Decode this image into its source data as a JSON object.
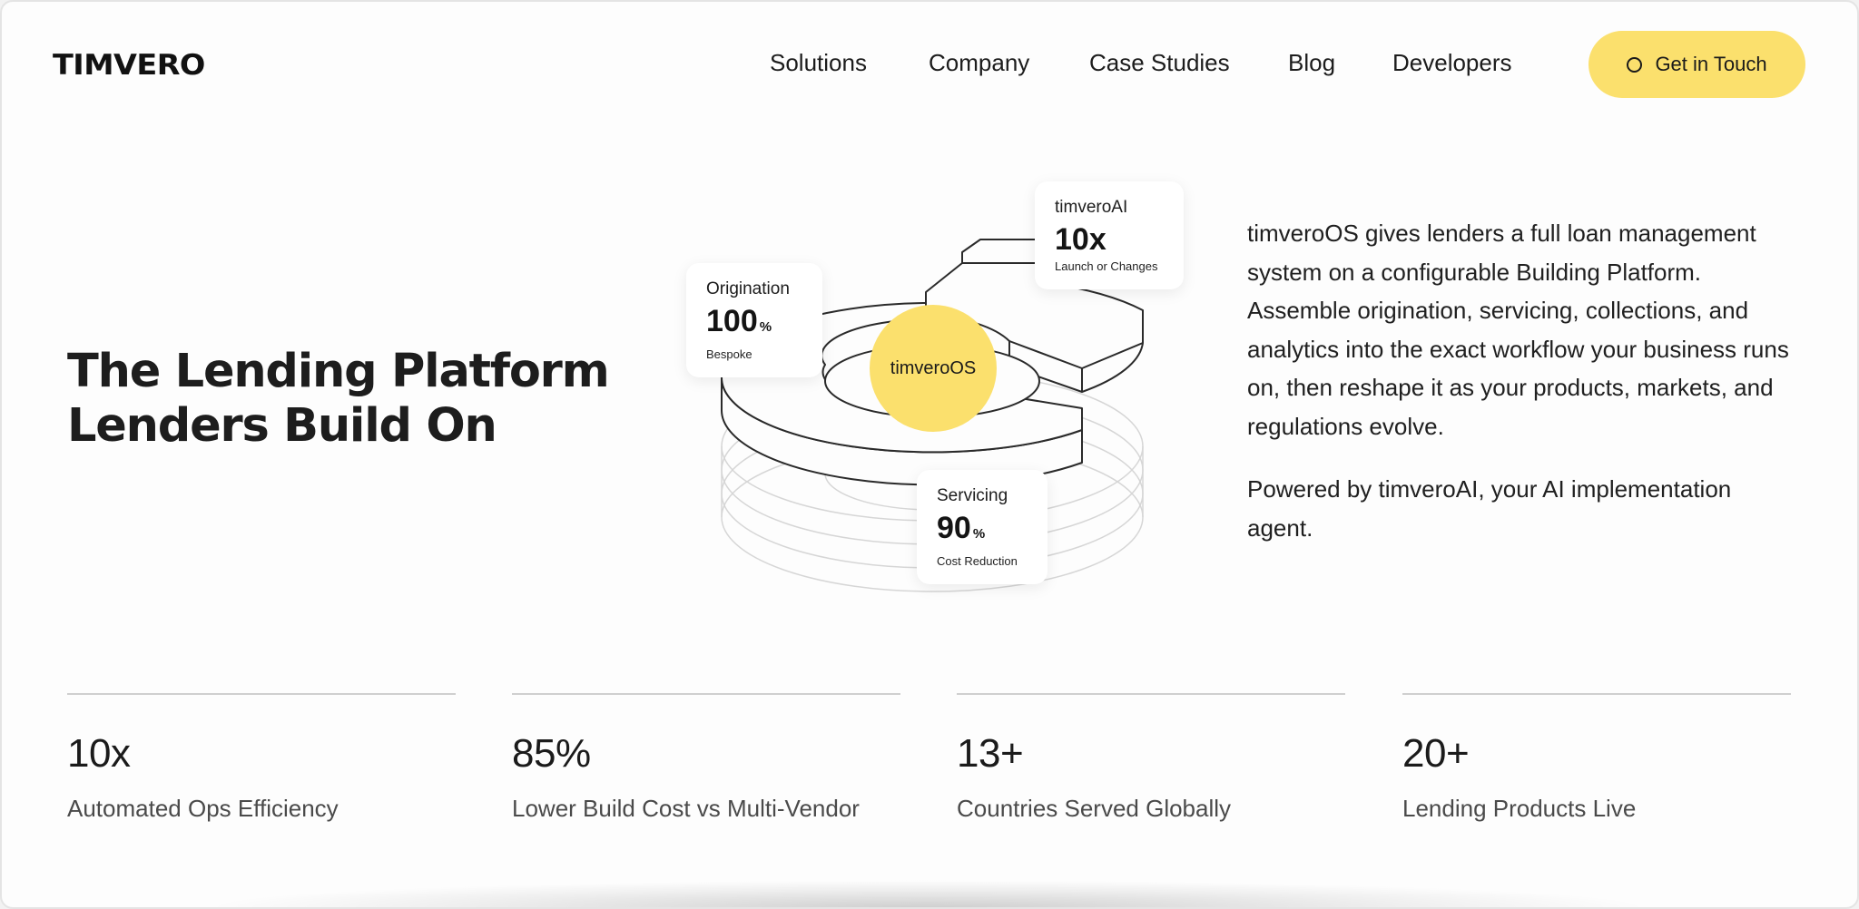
{
  "header": {
    "logo": "TIMVERO",
    "nav": [
      "Solutions",
      "Company",
      "Case Studies",
      "Blog",
      "Developers"
    ],
    "cta_label": "Get in Touch"
  },
  "hero": {
    "title_line1": "The Lending Platform",
    "title_line2": "Lenders Build On",
    "description": "timveroOS gives lenders a full loan management system on a configurable Building Platform. Assemble origination, servicing, collections, and analytics into the exact workflow your business runs on, then reshape it as your products, markets, and regulations evolve.",
    "description2": "Powered by timveroAI, your AI implementation agent."
  },
  "diagram": {
    "core_label": "timveroOS",
    "cards": {
      "origination": {
        "title": "Origination",
        "value": "100",
        "unit": "%",
        "sub": "Bespoke"
      },
      "ai": {
        "title": "timveroAI",
        "value": "10x",
        "unit": "",
        "sub": "Launch or Changes"
      },
      "servicing": {
        "title": "Servicing",
        "value": "90",
        "unit": "%",
        "sub": "Cost Reduction"
      }
    }
  },
  "stats": [
    {
      "value": "10x",
      "label": "Automated Ops Efficiency"
    },
    {
      "value": "85%",
      "label": "Lower Build Cost vs Multi-Vendor"
    },
    {
      "value": "13+",
      "label": "Countries Served Globally"
    },
    {
      "value": "20+",
      "label": "Lending Products Live"
    }
  ],
  "colors": {
    "accent": "#fbe06d",
    "text": "#1b1b1b",
    "muted": "#4a4a4a",
    "divider": "#cfcfcf"
  }
}
